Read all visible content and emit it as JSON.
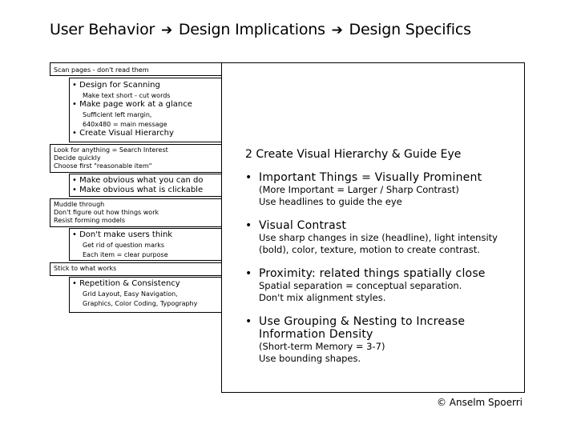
{
  "title": {
    "part1": "User Behavior",
    "part2": "Design Implications",
    "part3": "Design Specifics",
    "arrow_icon": "arrow-right-icon"
  },
  "left": {
    "g1_head": "Scan pages - don't read them",
    "g1_item1": "Design for Scanning",
    "g1_item1_sub": "Make text short - cut words",
    "g1_item2": "Make page work at a glance",
    "g1_item2_sub1": "Sufficient left margin,",
    "g1_item2_sub2": "640x480 = main message",
    "g1_item3": "Create Visual Hierarchy",
    "g2_head1": "Look for anything = Search Interest",
    "g2_head2": "Decide quickly",
    "g2_head3": "Choose first \"reasonable item\"",
    "g2_item1": "Make obvious what you can do",
    "g2_item2": "Make obvious what is clickable",
    "g3_head1": "Muddle through",
    "g3_head2": "Don't figure out how things work",
    "g3_head3": "Resist forming models",
    "g3_item1": "Don't make users think",
    "g3_item1_sub1": "Get rid of question marks",
    "g3_item1_sub2": "Each item = clear purpose",
    "g4_head": "Stick to what works",
    "g4_item1": "Repetition & Consistency",
    "g4_item1_sub1": "Grid Layout, Easy Navigation,",
    "g4_item1_sub2": "Graphics, Color Coding, Typography"
  },
  "right": {
    "heading": "2 Create Visual Hierarchy & Guide Eye",
    "b1": "Important Things = Visually Prominent",
    "b1_sub1": "(More Important = Larger / Sharp Contrast)",
    "b1_sub2": "Use headlines to guide the eye",
    "b2": "Visual Contrast",
    "b2_sub1": "Use sharp changes in size (headline), light intensity",
    "b2_sub2": "(bold), color, texture, motion to create contrast.",
    "b3": "Proximity: related things spatially close",
    "b3_sub1": "Spatial separation = conceptual separation.",
    "b3_sub2": "Don't mix alignment styles.",
    "b4_line1": "Use Grouping & Nesting to Increase",
    "b4_line2": "Information Density",
    "b4_sub1": "(Short-term Memory = 3-7)",
    "b4_sub2": "Use bounding shapes."
  },
  "footer": {
    "copyright": "© Anselm Spoerri"
  }
}
